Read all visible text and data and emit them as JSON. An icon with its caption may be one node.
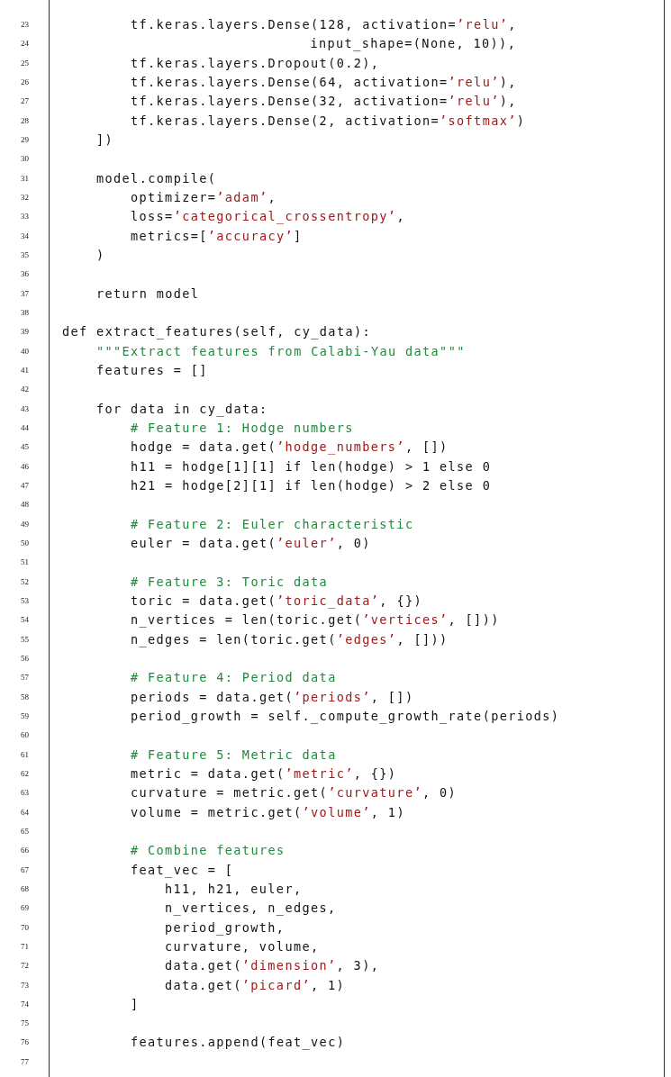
{
  "diagram": {
    "labels": [
      "23",
      "tf.keras.layers.Dense(128, activation=’relu’,",
      "24",
      "input_shape=(None, 10)),",
      "25",
      "tf.keras.layers.Dropout(0.2),",
      "26",
      "tf.keras.layers.Dense(64, activation=’relu’),",
      "27",
      "tf.keras.layers.Dense(32, activation=’relu’),",
      "28",
      "tf.keras.layers.Dense(2, activation=’softmax’)",
      "29",
      "])",
      "30",
      "31",
      "model.compile(",
      "32",
      "optimizer=’adam’,",
      "33",
      "loss=’categorical_crossentropy’,",
      "34",
      "metrics=[’accuracy’]",
      "35",
      ")",
      "36",
      "37",
      "return model",
      "38",
      "39",
      "def extract_features(self, cy_data):",
      "40",
      "\"\"\"Extract features from Calabi-Yau data\"\"\"",
      "41",
      "features = []",
      "42",
      "43",
      "for data in cy_data:",
      "44",
      "# Feature 1: Hodge numbers",
      "45",
      "hodge = data.get(’hodge_numbers’, [])",
      "46",
      "h11 = hodge[1][1] if len(hodge) > 1 else 0",
      "47",
      "h21 = hodge[2][1] if len(hodge) > 2 else 0",
      "48",
      "49",
      "# Feature 2: Euler characteristic",
      "50",
      "euler = data.get(’euler’, 0)",
      "51",
      "52",
      "# Feature 3: Toric data",
      "53",
      "toric = data.get(’toric_data’, {})",
      "54",
      "n_vertices = len(toric.get(’vertices’, []))",
      "55",
      "n_edges = len(toric.get(’edges’, []))",
      "56",
      "57",
      "# Feature 4: Period data",
      "58",
      "periods = data.get(’periods’, [])",
      "59",
      "period_growth = self._compute_growth_rate(periods)",
      "60",
      "61",
      "# Feature 5: Metric data",
      "62",
      "metric = data.get(’metric’, {})",
      "63",
      "curvature = metric.get(’curvature’, 0)",
      "64",
      "volume = metric.get(’volume’, 1)",
      "65",
      "66",
      "# Combine features",
      "67",
      "feat_vec = [",
      "68",
      "h11, h21, euler,",
      "69",
      "n_vertices, n_edges,",
      "70",
      "period_growth,",
      "71",
      "curvature, volume,",
      "72",
      "data.get(’dimension’, 3),",
      "73",
      "data.get(’picard’, 1)",
      "74",
      "]",
      "75",
      "76",
      "features.append(feat_vec)",
      "77"
    ]
  }
}
